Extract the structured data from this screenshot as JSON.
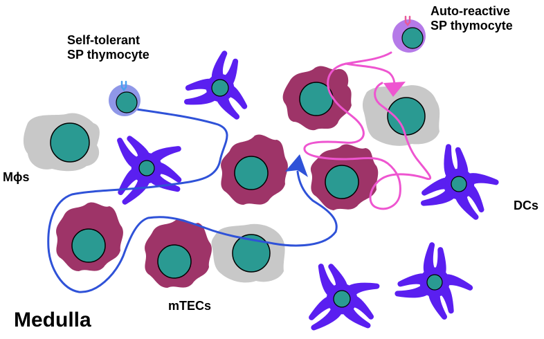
{
  "labels": {
    "self_tolerant_line1": "Self-tolerant",
    "self_tolerant_line2": "SP thymocyte",
    "auto_reactive_line1": "Auto-reactive",
    "auto_reactive_line2": "SP thymocyte",
    "macrophages": "Mϕs",
    "dcs": "DCs",
    "mtecs": "mTECs",
    "medulla": "Medulla"
  },
  "colors": {
    "dc_body": "#5a1ff0",
    "mtec_body": "#9e3468",
    "macrophage_body": "#c8c8c8",
    "nucleus": "#2a9a92",
    "self_tolerant_path": "#2f52d8",
    "auto_reactive_path": "#ee55d0",
    "self_tolerant_cell": "#8f97e8",
    "auto_reactive_cell": "#b57ae8"
  }
}
